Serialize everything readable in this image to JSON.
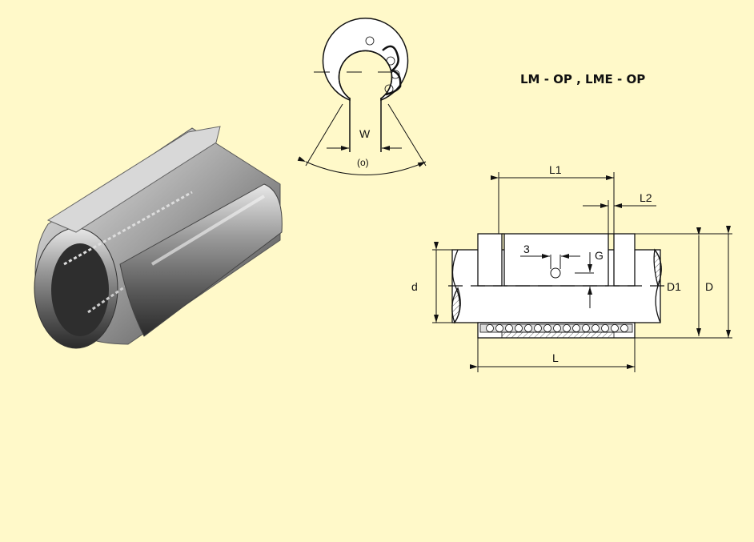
{
  "title": "LM - OP , LME - OP",
  "cross_section": {
    "width_label": "W",
    "angle_label": "(o)"
  },
  "side_view": {
    "labels": {
      "L1": "L1",
      "L2": "L2",
      "L": "L",
      "d": "d",
      "D1": "D1",
      "D": "D",
      "G": "G",
      "groove": "3"
    }
  },
  "colors": {
    "background": "#FFF9C9",
    "line": "#111111",
    "part_fill": "#FFFFFF"
  }
}
